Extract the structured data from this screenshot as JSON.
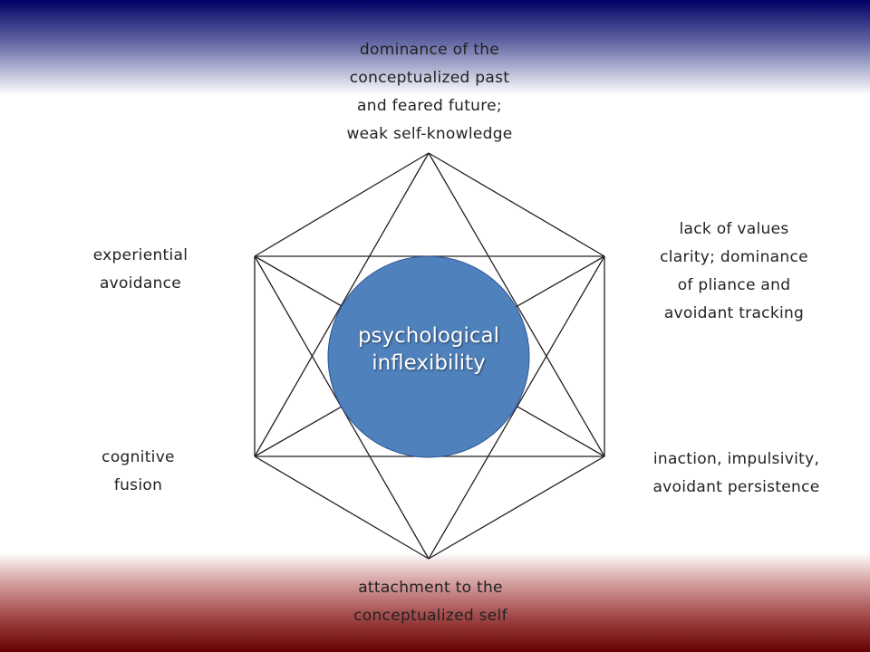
{
  "center": {
    "lines": [
      "psychological",
      "inflexibility"
    ]
  },
  "labels": {
    "top": [
      "dominance of the",
      "conceptualized past",
      "and feared future;",
      "weak self-knowledge"
    ],
    "upper_left": [
      "experiential",
      "avoidance"
    ],
    "upper_right": [
      "lack of values",
      "clarity; dominance",
      "of pliance and",
      "avoidant tracking"
    ],
    "lower_left": [
      "cognitive",
      "fusion"
    ],
    "lower_right": [
      "inaction, impulsivity,",
      "avoidant persistence"
    ],
    "bottom": [
      "attachment to the",
      "conceptualized self"
    ]
  },
  "colors": {
    "circle_fill": "#4f81bd",
    "circle_stroke": "#2f5597",
    "line": "#222222",
    "banner_top": "#000066",
    "banner_bottom": "#660000"
  }
}
